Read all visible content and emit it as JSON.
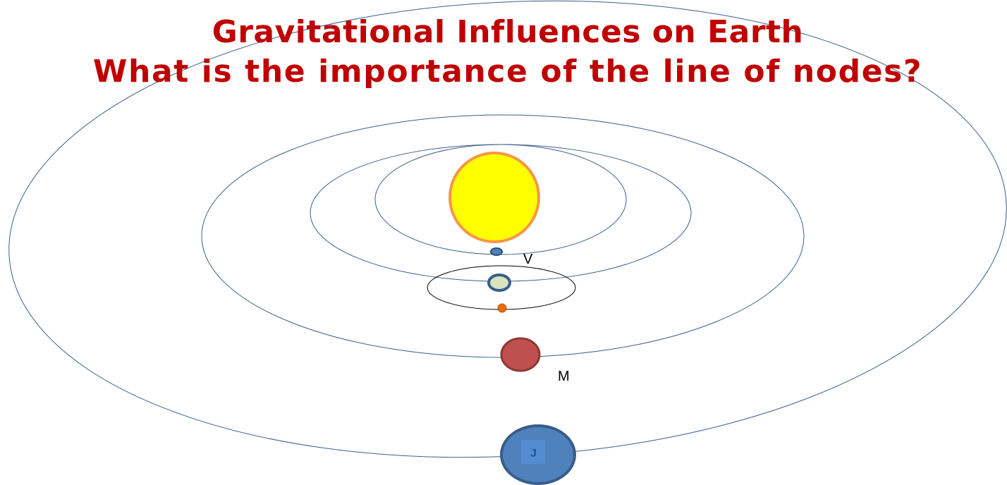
{
  "title": {
    "line1": "Gravitational Influences on Earth",
    "line2": "What is the importance of the line of nodes?",
    "color": "#c00000"
  },
  "diagram": {
    "labels": {
      "venus": "V",
      "mars": "M",
      "jupiter": "J"
    },
    "colors": {
      "orbit_stroke": "#3b5f8a",
      "moon_orbit_stroke": "#000000",
      "sun_fill": "#ffff00",
      "sun_stroke": "#f79646",
      "venus_fill": "#4f81bd",
      "venus_stroke": "#2c4d75",
      "earth_fill": "#d7e4bd",
      "earth_stroke": "#385d8a",
      "moon_fill": "#e46c0a",
      "mars_fill": "#c0504d",
      "mars_stroke": "#8c3836",
      "jupiter_fill": "#4f81bd",
      "jupiter_stroke": "#385d8a",
      "jupiter_label_box": "#558ed5"
    }
  }
}
